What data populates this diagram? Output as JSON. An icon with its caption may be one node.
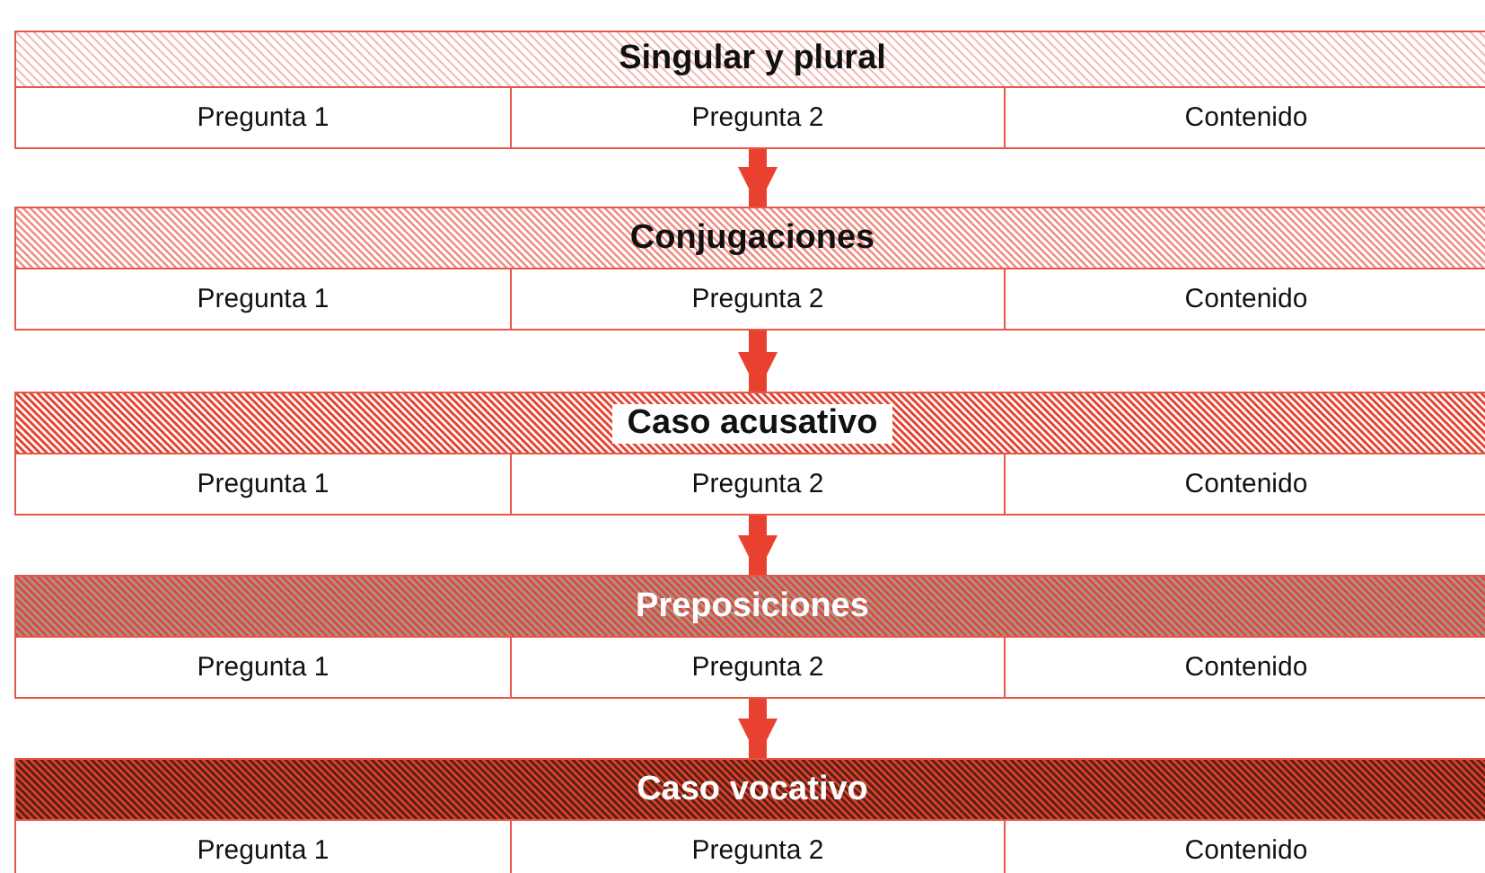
{
  "diagram": {
    "nodes": [
      {
        "text": [
          "Singular y plural"
        ]
      },
      {
        "text": [
          "Pregunta 1"
        ]
      },
      {
        "text": [
          "Pregunta 2"
        ]
      },
      {
        "text": [
          "Contenido"
        ]
      },
      {
        "text": [
          "Conjugaciones"
        ]
      },
      {
        "text": [
          "Pregunta 1"
        ]
      },
      {
        "text": [
          "Pregunta 2"
        ]
      },
      {
        "text": [
          "Contenido"
        ]
      },
      {
        "text": [
          "Caso acusativo"
        ]
      },
      {
        "text": [
          "Pregunta 1"
        ]
      },
      {
        "text": [
          "Pregunta 2"
        ]
      },
      {
        "text": [
          "Contenido"
        ]
      },
      {
        "text": [
          "Preposiciones"
        ]
      },
      {
        "text": [
          "Pregunta 1"
        ]
      },
      {
        "text": [
          "Pregunta 2"
        ]
      },
      {
        "text": [
          "Contenido"
        ]
      },
      {
        "text": [
          "Caso vocativo"
        ]
      },
      {
        "text": [
          "Pregunta 1"
        ]
      },
      {
        "text": [
          "Pregunta 2"
        ]
      },
      {
        "text": [
          "Contenido"
        ]
      }
    ],
    "edges": [
      {
        "from": 2,
        "to": 4,
        "arrow": "to"
      },
      {
        "from": 6,
        "to": 8,
        "arrow": "to"
      },
      {
        "from": 10,
        "to": 12,
        "arrow": "to"
      },
      {
        "from": 14,
        "to": 16,
        "arrow": "to"
      }
    ]
  }
}
